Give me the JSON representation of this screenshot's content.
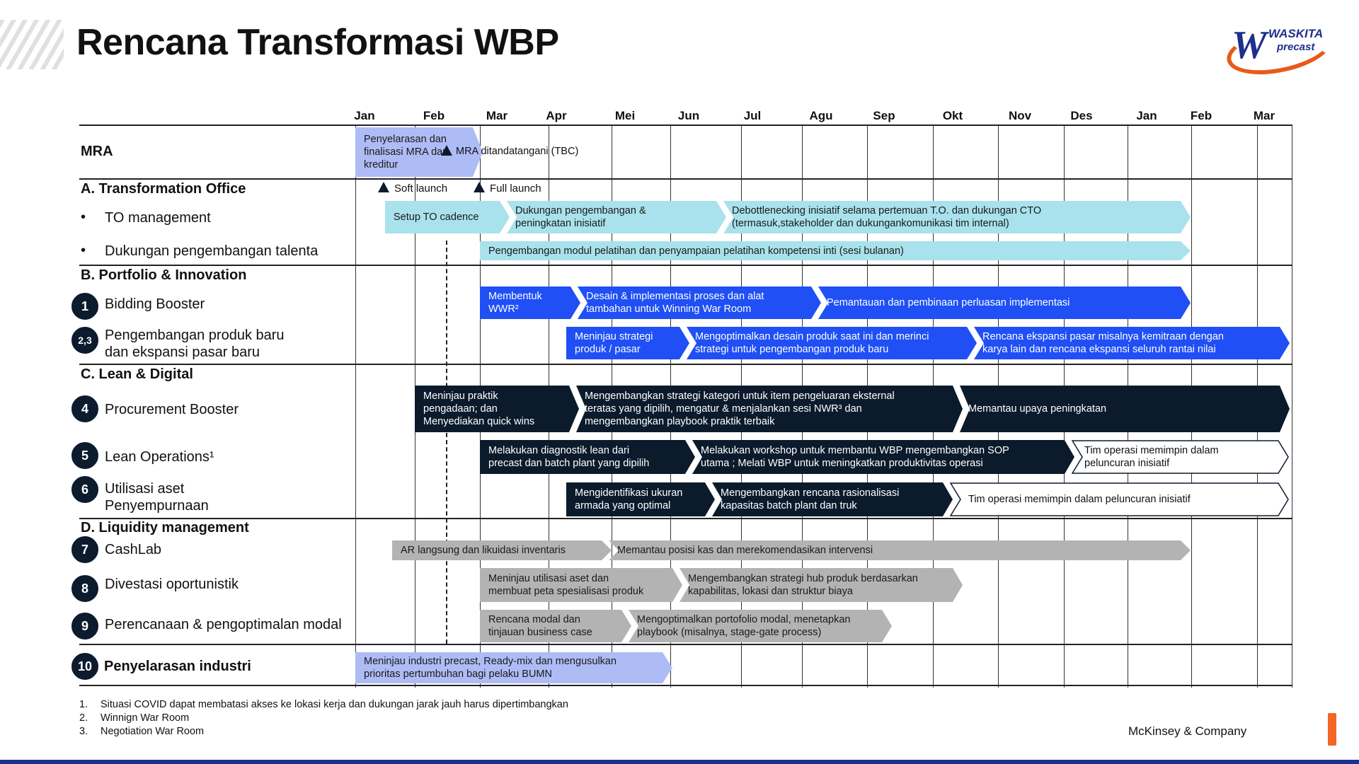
{
  "header": {
    "title": "Rencana Transformasi WBP",
    "logo_line1": "WASKITA",
    "logo_line2": "precast",
    "logo_mark": "W"
  },
  "timeline": {
    "months": [
      "Jan",
      "Feb",
      "Mar",
      "Apr",
      "Mei",
      "Jun",
      "Jul",
      "Agu",
      "Sep",
      "Okt",
      "Nov",
      "Des",
      "Jan",
      "Feb",
      "Mar"
    ]
  },
  "rows": {
    "mra": "MRA",
    "section_a": "A. Transformation Office",
    "to_management": "TO management",
    "talent": "Dukungan pengembangan talenta",
    "section_b": "B. Portfolio & Innovation",
    "bidding": "Bidding Booster",
    "produk_1": "Pengembangan produk baru",
    "produk_2": "dan ekspansi pasar baru",
    "section_c": "C. Lean & Digital",
    "procurement": "Procurement Booster",
    "lean": "Lean Operations¹",
    "utilisasi_1": "Utilisasi aset",
    "utilisasi_2": "Penyempurnaan",
    "section_d": "D. Liquidity management",
    "cashlab": "CashLab",
    "divestasi": "Divestasi oportunistik",
    "perencanaan": "Perencanaan & pengoptimalan modal",
    "industri": "Penyelarasan industri",
    "bullet": "•"
  },
  "numbers": [
    "1",
    "2,3",
    "4",
    "5",
    "6",
    "7",
    "8",
    "9",
    "10"
  ],
  "milestones": {
    "soft_launch": "Soft launch",
    "full_launch": "Full launch",
    "mra_signed": "MRA ditandatangani (TBC)"
  },
  "bars": {
    "mra": [
      "Penyelarasan dan",
      "finalisasi MRA dan",
      "kreditur"
    ],
    "to_1": [
      "Setup TO cadence"
    ],
    "to_2": [
      "Dukungan pengembangan &",
      "peningkatan inisiatif"
    ],
    "to_3": [
      "Debottlenecking inisiatif selama pertemuan T.O. dan dukungan CTO",
      "(termasuk,stakeholder dan dukungankomunikasi tim internal)"
    ],
    "talent": [
      "Pengembangan modul pelatihan dan penyampaian pelatihan kompetensi inti (sesi bulanan)"
    ],
    "bid_1": [
      "Membentuk",
      "WWR²"
    ],
    "bid_2": [
      "Desain & implementasi proses dan alat",
      "tambahan untuk Winning War Room"
    ],
    "bid_3": [
      "Pemantauan dan pembinaan perluasan implementasi"
    ],
    "prod_1": [
      "Meninjau strategi",
      "produk / pasar"
    ],
    "prod_2": [
      "Mengoptimalkan desain produk saat ini dan merinci",
      "strategi untuk pengembangan produk baru"
    ],
    "prod_3": [
      "Rencana ekspansi pasar misalnya kemitraan dengan",
      "karya lain dan rencana ekspansi seluruh rantai nilai"
    ],
    "proc_1": [
      "Meninjau praktik",
      "pengadaan; dan",
      "Menyediakan quick wins"
    ],
    "proc_2": [
      "Mengembangkan strategi kategori untuk item pengeluaran eksternal",
      "teratas yang dipilih, mengatur & menjalankan sesi NWR³ dan",
      "mengembangkan playbook praktik terbaik"
    ],
    "proc_3": [
      "Memantau upaya peningkatan"
    ],
    "lean_1": [
      "Melakukan diagnostik lean dari",
      "precast dan batch plant yang dipilih"
    ],
    "lean_2": [
      "Melakukan workshop untuk membantu WBP mengembangkan SOP",
      "utama ; Melati WBP untuk meningkatkan produktivitas operasi"
    ],
    "lean_3": [
      "Tim operasi memimpin dalam",
      "peluncuran inisiatif"
    ],
    "util_1": [
      "Mengidentifikasi ukuran",
      "armada yang optimal"
    ],
    "util_2": [
      "Mengembangkan rencana rasionalisasi",
      "kapasitas batch plant dan truk"
    ],
    "util_3": [
      "Tim operasi memimpin dalam peluncuran inisiatif"
    ],
    "cash_1": [
      "AR langsung dan likuidasi inventaris"
    ],
    "cash_2": [
      "Memantau posisi kas dan merekomendasikan intervensi"
    ],
    "div_1": [
      "Meninjau utilisasi aset dan",
      "membuat peta spesialisasi produk"
    ],
    "div_2": [
      "Mengembangkan strategi hub produk berdasarkan",
      "kapabilitas, lokasi dan struktur biaya"
    ],
    "cap_1": [
      "Rencana modal dan",
      "tinjauan business case"
    ],
    "cap_2": [
      "Mengoptimalkan portofolio modal, menetapkan",
      "playbook (misalnya, stage-gate process)"
    ],
    "ind_1": [
      "Meninjau industri precast, Ready-mix dan mengusulkan",
      "prioritas pertumbuhan bagi pelaku BUMN"
    ]
  },
  "footnotes": [
    {
      "n": "1.",
      "t": "Situasi COVID dapat membatasi akses ke lokasi kerja dan dukungan jarak jauh harus dipertimbangkan"
    },
    {
      "n": "2.",
      "t": "Winnign War Room"
    },
    {
      "n": "3.",
      "t": "Negotiation War Room"
    }
  ],
  "footer": {
    "source": "McKinsey & Company"
  },
  "colors": {
    "light_cyan": "#a9e2ec",
    "blue": "#1f4ff5",
    "navy": "#0b1b2c",
    "gray": "#b3b3b3",
    "mra_blue": "#aebcf6",
    "orange": "#f26522"
  }
}
